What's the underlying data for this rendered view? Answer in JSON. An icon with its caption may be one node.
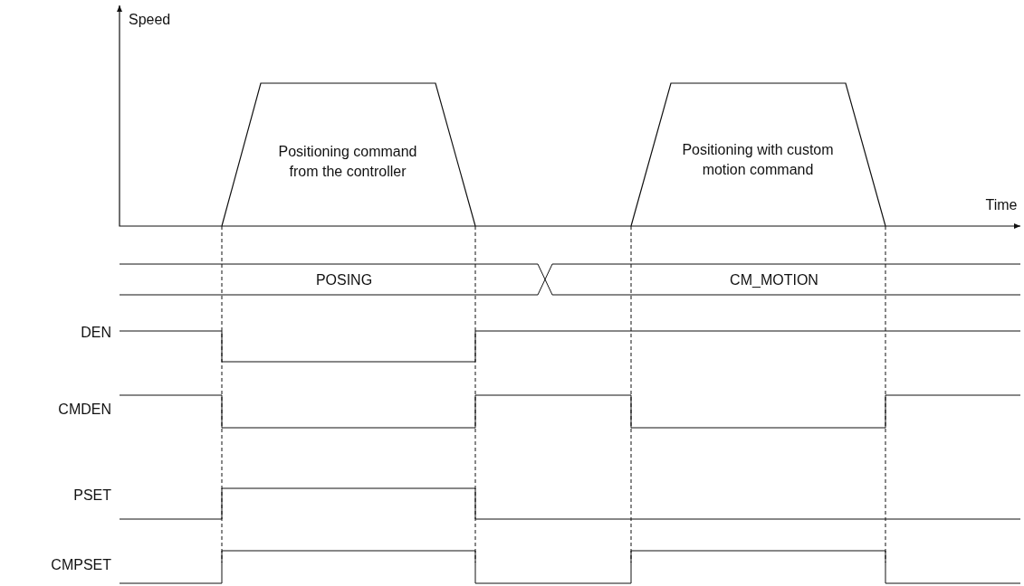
{
  "diagram": {
    "labels": [
      "Speed",
      "Time",
      "Positioning command from the controller",
      "Positioning with custom motion command",
      "POSING",
      "CM_MOTION",
      "DEN",
      "CMDEN",
      "PSET",
      "CMPSET"
    ]
  }
}
